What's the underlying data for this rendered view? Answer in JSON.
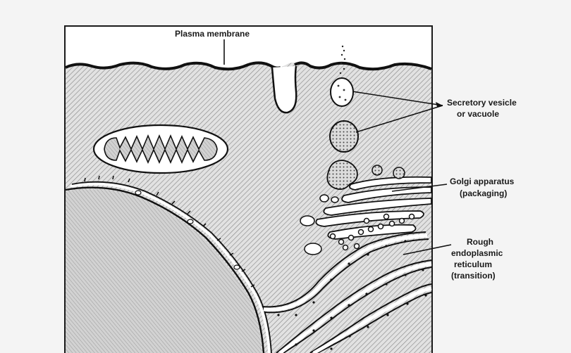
{
  "labels": {
    "plasma_membrane": "Plasma membrane",
    "secretory_vesicle_line1": "Secretory vesicle",
    "secretory_vesicle_line2": "or vacuole",
    "golgi_line1": "Golgi apparatus",
    "golgi_line2": "(packaging)",
    "rer_line1": "Rough",
    "rer_line2": "endoplasmic",
    "rer_line3": "reticulum",
    "rer_line4": "(transition)"
  }
}
